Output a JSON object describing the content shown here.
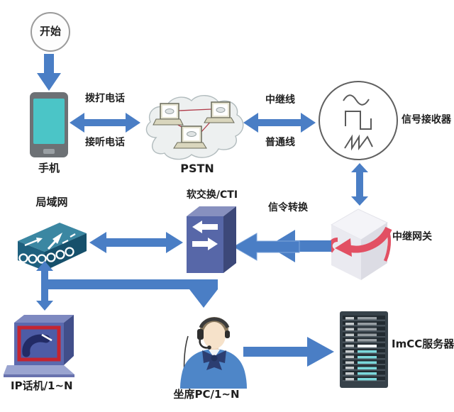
{
  "colors": {
    "background": "#ffffff",
    "arrow_blue": "#4a7ec5",
    "gateway_ribbon_red": "#e25063",
    "phone_screen_teal": "#4bc5c7",
    "switch_teal": "#2f7c99",
    "softswitch_blue": "#5767a8",
    "monitor_blue": "#5b69ae",
    "screen_frame_red": "#c42430",
    "agent_jacket_blue": "#4e86c8",
    "server_bar_teal": "#7bd8db",
    "pstn_link_red": "#b03a48"
  },
  "nodes": {
    "start": {
      "label": "开始"
    },
    "mobile": {
      "label": "手机"
    },
    "pstn": {
      "label": "PSTN"
    },
    "receiver": {
      "label": "信号接收器"
    },
    "gateway": {
      "label": "中继网关"
    },
    "softswitch": {
      "label": "软交换/CTI"
    },
    "lan": {
      "label": "局域网"
    },
    "ip_phone": {
      "label": "IP话机/1~N"
    },
    "agent_pc": {
      "label": "坐席PC/1~N"
    },
    "imcc_server": {
      "label": "ImCC服务器"
    }
  },
  "edges": {
    "dial": {
      "label": "拨打电话"
    },
    "answer": {
      "label": "接听电话"
    },
    "trunk_line": {
      "label": "中继线"
    },
    "ordinary_line": {
      "label": "普通线"
    },
    "signaling": {
      "label": "信令转换"
    }
  }
}
